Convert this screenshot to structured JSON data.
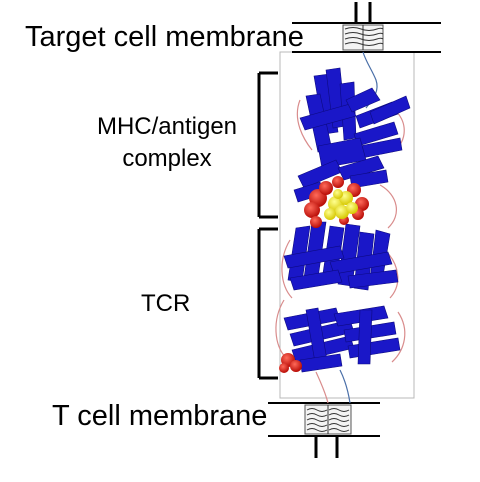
{
  "labels": {
    "target_membrane": "Target cell membrane",
    "mhc_line1": "MHC/antigen",
    "mhc_line2": "complex",
    "tcr": "TCR",
    "tcell_membrane": "T cell membrane"
  },
  "colors": {
    "protein_strands": "#1a17c8",
    "coil": "#d98c8c",
    "antigen_peptide": "#f0e61a",
    "contact_residues": "#d81e12",
    "panel_border": "#b0b0b0",
    "membrane_line": "#000000"
  }
}
